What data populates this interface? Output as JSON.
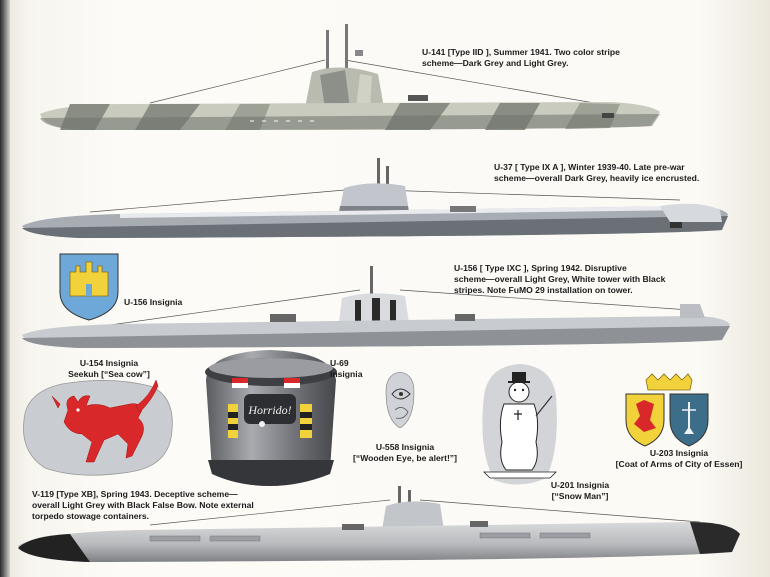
{
  "captions": {
    "u141": {
      "l1": "U-141 [Type IID ], Summer 1941. Two color stripe",
      "l2": "scheme—Dark Grey and Light Grey."
    },
    "u37": {
      "l1": "U-37 [ Type IX A ], Winter 1939-40. Late pre-war",
      "l2": "scheme—overall Dark Grey, heavily ice encrusted."
    },
    "u156": {
      "l1": "U-156 [ Type IXC ], Spring 1942. Disruptive",
      "l2": "scheme—overall Light Grey, White tower with Black",
      "l3": "stripes. Note FuMO 29 installation on tower."
    },
    "u156_insignia": "U-156 Insignia",
    "u154": {
      "l1": "U-154 Insignia",
      "l2": "Seekuh [“Sea cow”]"
    },
    "u69": {
      "l1": "U-69",
      "l2": "Insignia"
    },
    "u558": {
      "l1": "U-558 Insignia",
      "l2": "[“Wooden Eye, be alert!”]"
    },
    "u201": {
      "l1": "U-201 Insignia",
      "l2": "[“Snow Man”]"
    },
    "u203": {
      "l1": "U-203 Insignia",
      "l2": "[Coat of Arms of City of Essen]"
    },
    "v119": {
      "l1": "V-119 [Type XB], Spring 1943. Deceptive scheme—",
      "l2": "overall Light Grey with Black False Bow. Note external",
      "l3": "torpedo stowage containers."
    }
  },
  "tower_text": "Horrido!",
  "colors": {
    "light_grey": "#c9ccd0",
    "dark_grey": "#8c8e90",
    "hull_shadow": "#6e7074",
    "cow_red": "#d8282a",
    "shield_blue": "#6ea8d8",
    "shield_yellow": "#f2d23a"
  }
}
